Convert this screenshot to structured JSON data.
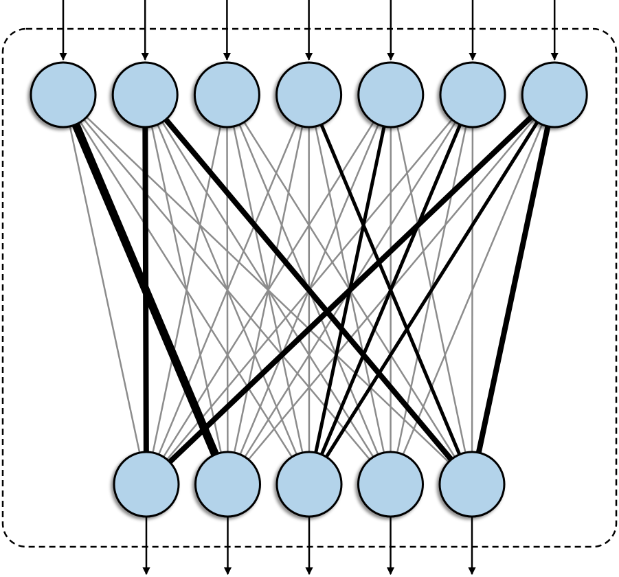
{
  "diagram": {
    "input_count": 7,
    "output_count": 5,
    "colors": {
      "node_fill": "#b3d3ea",
      "node_stroke": "#000000",
      "weak_edge": "#8c8c8c",
      "strong_edge": "#000000",
      "boundary": "#000000"
    },
    "strong_connections": [
      {
        "from": 1,
        "to": 2,
        "strength": 3
      },
      {
        "from": 2,
        "to": 1,
        "strength": 2
      },
      {
        "from": 2,
        "to": 5,
        "strength": 2
      },
      {
        "from": 4,
        "to": 5,
        "strength": 1
      },
      {
        "from": 5,
        "to": 3,
        "strength": 1
      },
      {
        "from": 6,
        "to": 3,
        "strength": 1
      },
      {
        "from": 7,
        "to": 1,
        "strength": 2
      },
      {
        "from": 7,
        "to": 3,
        "strength": 1
      },
      {
        "from": 7,
        "to": 5,
        "strength": 2
      }
    ],
    "boundary_style": "dashed rounded rectangle"
  }
}
